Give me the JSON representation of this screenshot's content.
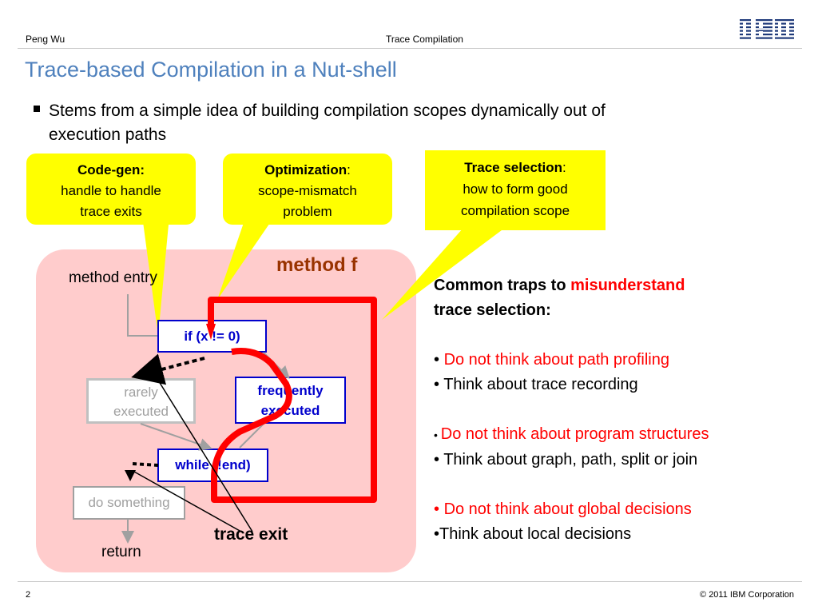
{
  "header": {
    "author": "Peng Wu",
    "topic": "Trace Compilation",
    "logo": "IBM"
  },
  "title": "Trace-based Compilation in a Nut-shell",
  "bullet": {
    "line1": "Stems from a simple idea of building compilation scopes  dynamically out of",
    "line2": "execution paths"
  },
  "callouts": {
    "codegen": {
      "head": "Code-gen:",
      "line1": "handle to handle",
      "line2": "trace exits"
    },
    "optimization": {
      "head": "Optimization",
      "colon": ":",
      "line1": "scope-mismatch",
      "line2": "problem"
    },
    "trace_selection": {
      "head": "Trace selection",
      "colon": ":",
      "line1": "how to form good",
      "line2": "compilation scope"
    }
  },
  "diagram": {
    "method_label": "method f",
    "method_entry": "method entry",
    "if_node": "if (x != 0)",
    "rarely_line1": "rarely",
    "rarely_line2": "executed",
    "freq_line1": "frequently",
    "freq_line2": "executed",
    "while_node": "while (!end)",
    "do_something": "do something",
    "return": "return",
    "trace_exit": "trace exit"
  },
  "right": {
    "heading_prefix": "Common traps to ",
    "heading_red": "misunderstand",
    "heading_line2": "trace selection:",
    "item1": "Do not think about path profiling",
    "item2": "Think about trace recording",
    "item3": "Do not think about program structures",
    "item4": "Think about graph, path, split or join",
    "item5": "Do not think about global decisions",
    "item6": "Think about local decisions"
  },
  "footer": {
    "page": "2",
    "copyright": "© 2011 IBM Corporation"
  },
  "colors": {
    "title": "#4f81bd",
    "callout": "#ffff00",
    "method_bg": "#ffcccc",
    "node_blue": "#0000cc",
    "trace_red": "#ff0000",
    "method_label": "#993300"
  }
}
